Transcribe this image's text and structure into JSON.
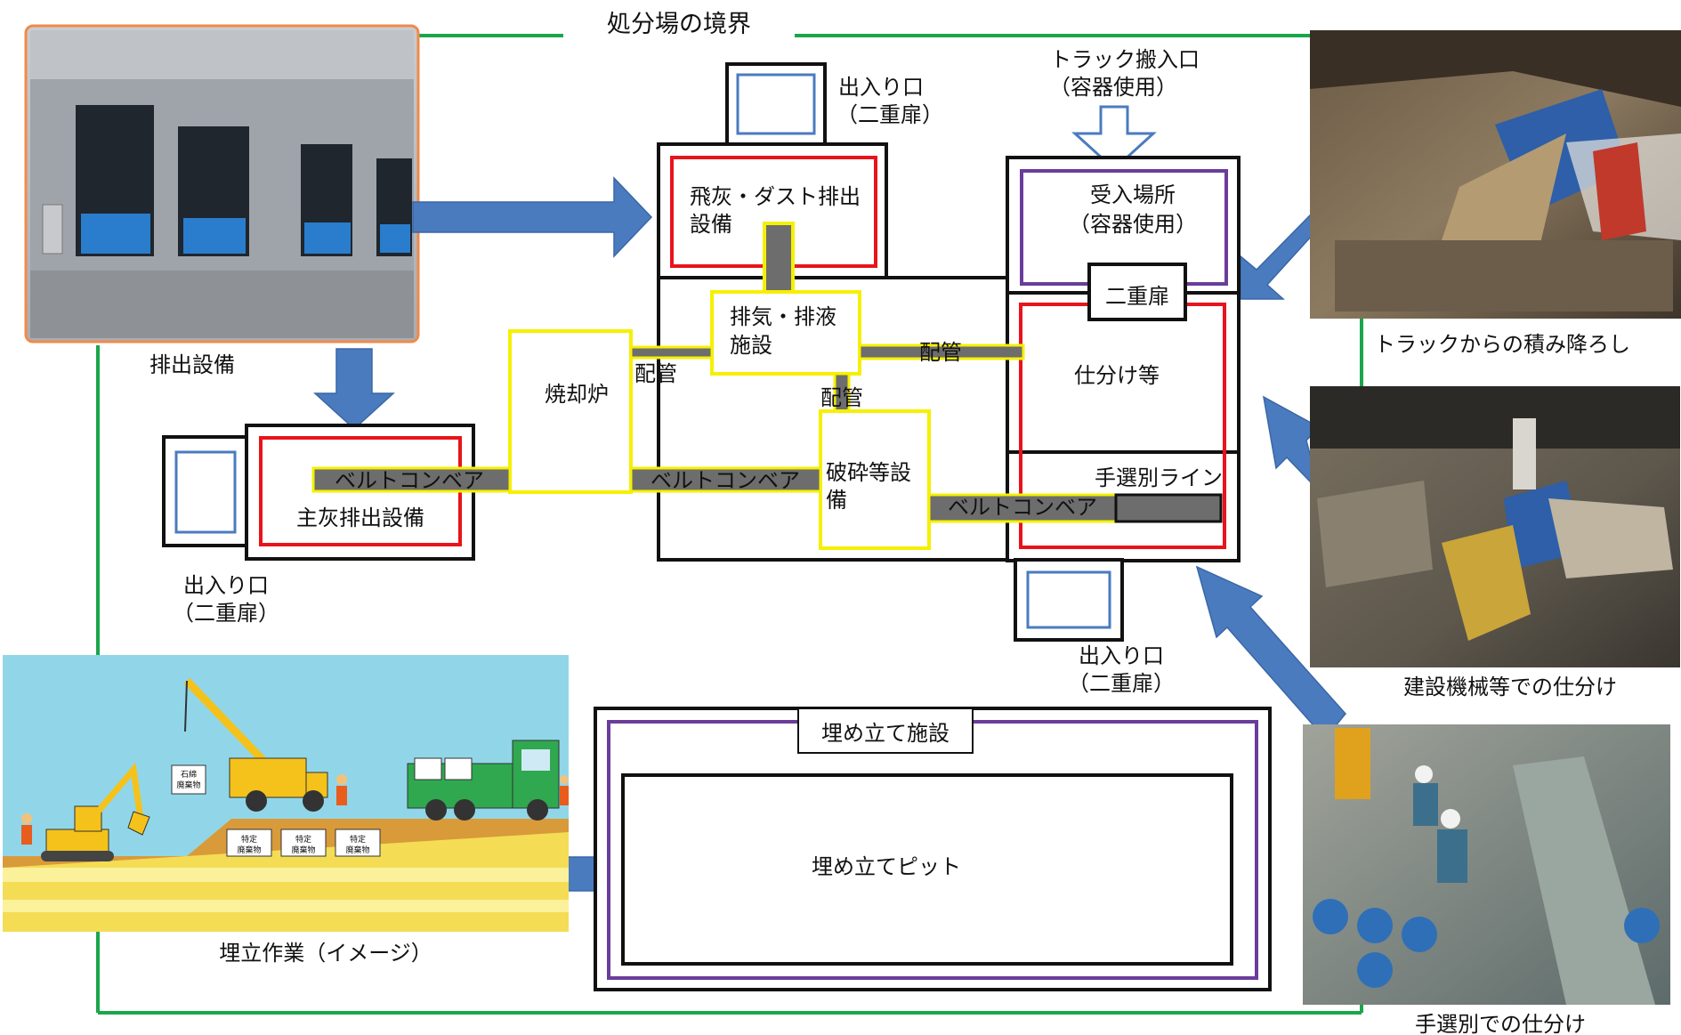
{
  "boundary": {
    "title": "処分場の境界",
    "color": "#1aa64a"
  },
  "labels": {
    "entrance_top": [
      "出入り口",
      "（二重扉）"
    ],
    "truck_entrance": [
      "トラック搬入口",
      "（容器使用）"
    ],
    "fly_ash": [
      "飛灰・ダスト排出",
      "設備"
    ],
    "receiving": [
      "受入場所",
      "（容器使用）"
    ],
    "exhaust": [
      "排気・排液",
      "施設"
    ],
    "double_door": "二重扉",
    "pipe_right": "配管",
    "pipe_left": "配管",
    "pipe_mid": "配管",
    "sorting": "仕分け等",
    "incinerator": "焼却炉",
    "belt_main": "ベルトコンベア",
    "belt_mid": "ベルトコンベア",
    "belt_right": "ベルトコンベア",
    "crusher": [
      "破砕等設",
      "備"
    ],
    "hand_line": "手選別ライン",
    "main_ash": "主灰排出設備",
    "entrance_left": [
      "出入り口",
      "（二重扉）"
    ],
    "entrance_bottom": [
      "出入り口",
      "（二重扉）"
    ],
    "landfill_facility": "埋め立て施設",
    "landfill_pit": "埋め立てピット",
    "discharge_photo": "排出設備",
    "landfill_work": "埋立作業（イメージ）"
  },
  "photos": {
    "truck_unload": "トラックからの積み降ろし",
    "machine_sort": "建設機械等での仕分け",
    "hand_sort": "手選別での仕分け"
  },
  "illustration_signs": [
    "特定",
    "廃棄物",
    "石綿",
    "廃棄物"
  ],
  "colors": {
    "arrow": "#4a7bbf",
    "red": "#e8141b",
    "yellow": "#f5f000",
    "purple": "#6a3d9a",
    "blue": "#4a7bbf",
    "gray": "#6d6d6d"
  }
}
